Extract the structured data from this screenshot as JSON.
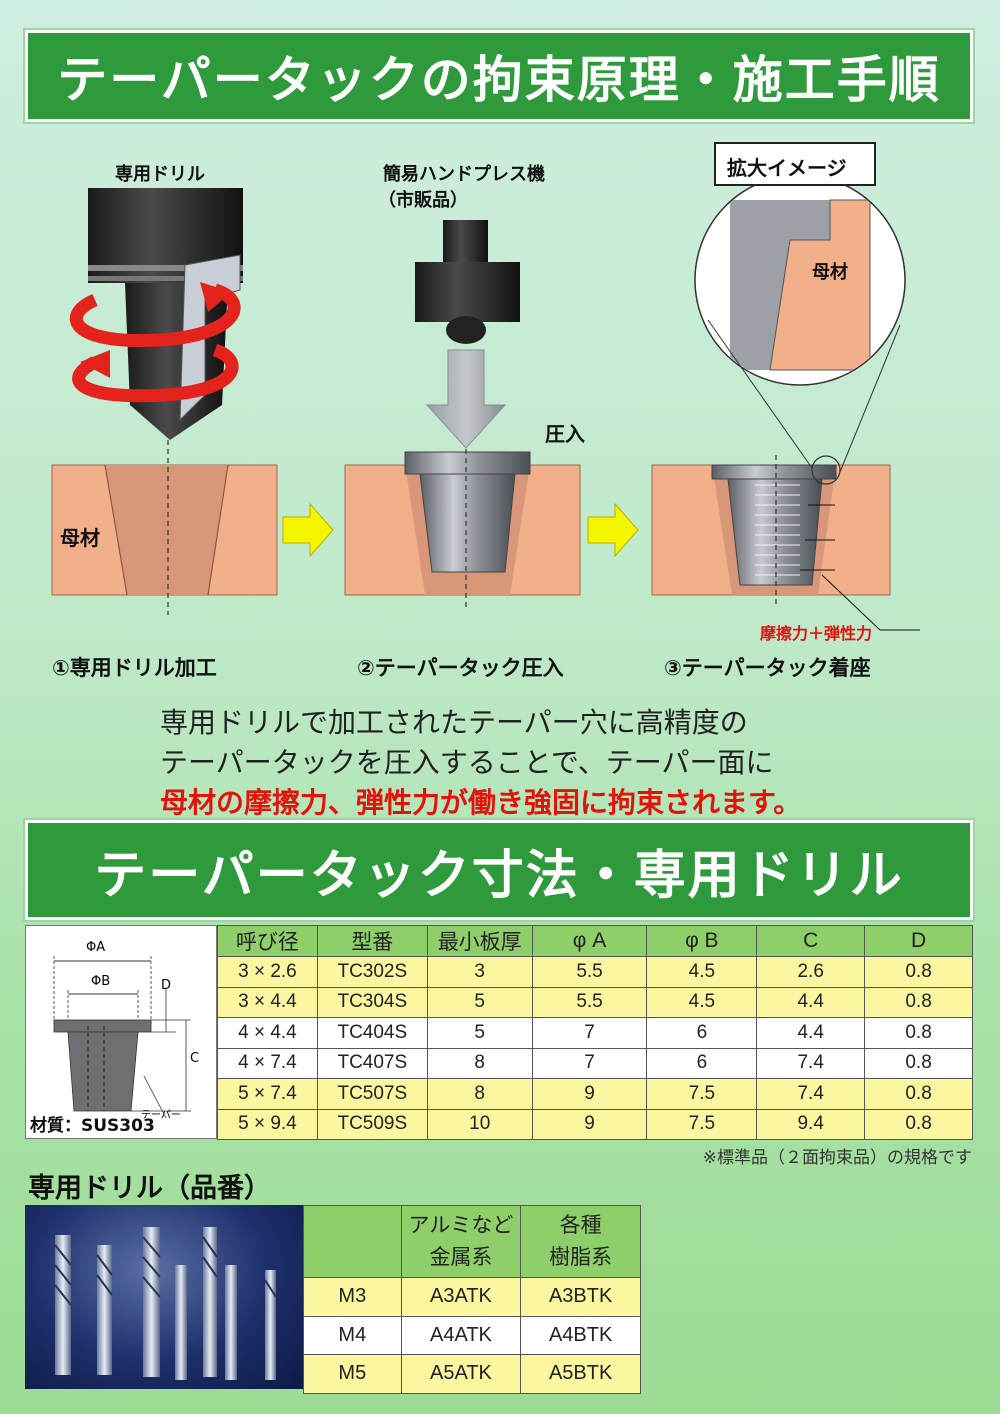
{
  "banner1": "テーパータックの拘束原理・施工手順",
  "banner2": "テーパータック寸法・専用ドリル",
  "diagram": {
    "drill_label": "専用ドリル",
    "press_label_1": "簡易ハンドプレス機",
    "press_label_2": "（市販品）",
    "press_in_label": "圧入",
    "zoom_label": "拡大イメージ",
    "base_material_zoom": "母材",
    "base_material": "母材",
    "force_label": "摩擦力＋弾性力",
    "steps": [
      "①専用ドリル加工",
      "②テーパータック圧入",
      "③テーパータック着座"
    ],
    "colors": {
      "base": "#f2b08a",
      "hole": "#d9977a",
      "metal": "#8a8f97",
      "arrow": "#f5f500",
      "drill_red": "#e4231c"
    }
  },
  "description": {
    "line1": "専用ドリルで加工されたテーパー穴に高精度の",
    "line2": "テーパータックを圧入することで、テーパー面に",
    "line3": "母材の摩擦力、弾性力が働き強固に拘束されます。"
  },
  "dim_figure": {
    "phiA": "ΦA",
    "phiB": "ΦB",
    "D": "D",
    "C": "C",
    "taper": "テーパー",
    "material": "材質：SUS303"
  },
  "dim_table": {
    "headers": [
      "呼び径",
      "型番",
      "最小板厚",
      "φ A",
      "φ B",
      "C",
      "D"
    ],
    "rows": [
      [
        "3 × 2.6",
        "TC302S",
        "3",
        "5.5",
        "4.5",
        "2.6",
        "0.8"
      ],
      [
        "3 × 4.4",
        "TC304S",
        "5",
        "5.5",
        "4.5",
        "4.4",
        "0.8"
      ],
      [
        "4 × 4.4",
        "TC404S",
        "5",
        "7",
        "6",
        "4.4",
        "0.8"
      ],
      [
        "4 × 7.4",
        "TC407S",
        "8",
        "7",
        "6",
        "7.4",
        "0.8"
      ],
      [
        "5 × 7.4",
        "TC507S",
        "8",
        "9",
        "7.5",
        "7.4",
        "0.8"
      ],
      [
        "5 × 9.4",
        "TC509S",
        "10",
        "9",
        "7.5",
        "9.4",
        "0.8"
      ]
    ],
    "note": "※標準品（２面拘束品）の規格です"
  },
  "drill": {
    "title": "専用ドリル（品番）",
    "col1_line1": "アルミなど",
    "col1_line2": "金属系",
    "col2_line1": "各種",
    "col2_line2": "樹脂系",
    "rows": [
      [
        "M3",
        "A3ATK",
        "A3BTK"
      ],
      [
        "M4",
        "A4ATK",
        "A4BTK"
      ],
      [
        "M5",
        "A5ATK",
        "A5BTK"
      ]
    ]
  }
}
